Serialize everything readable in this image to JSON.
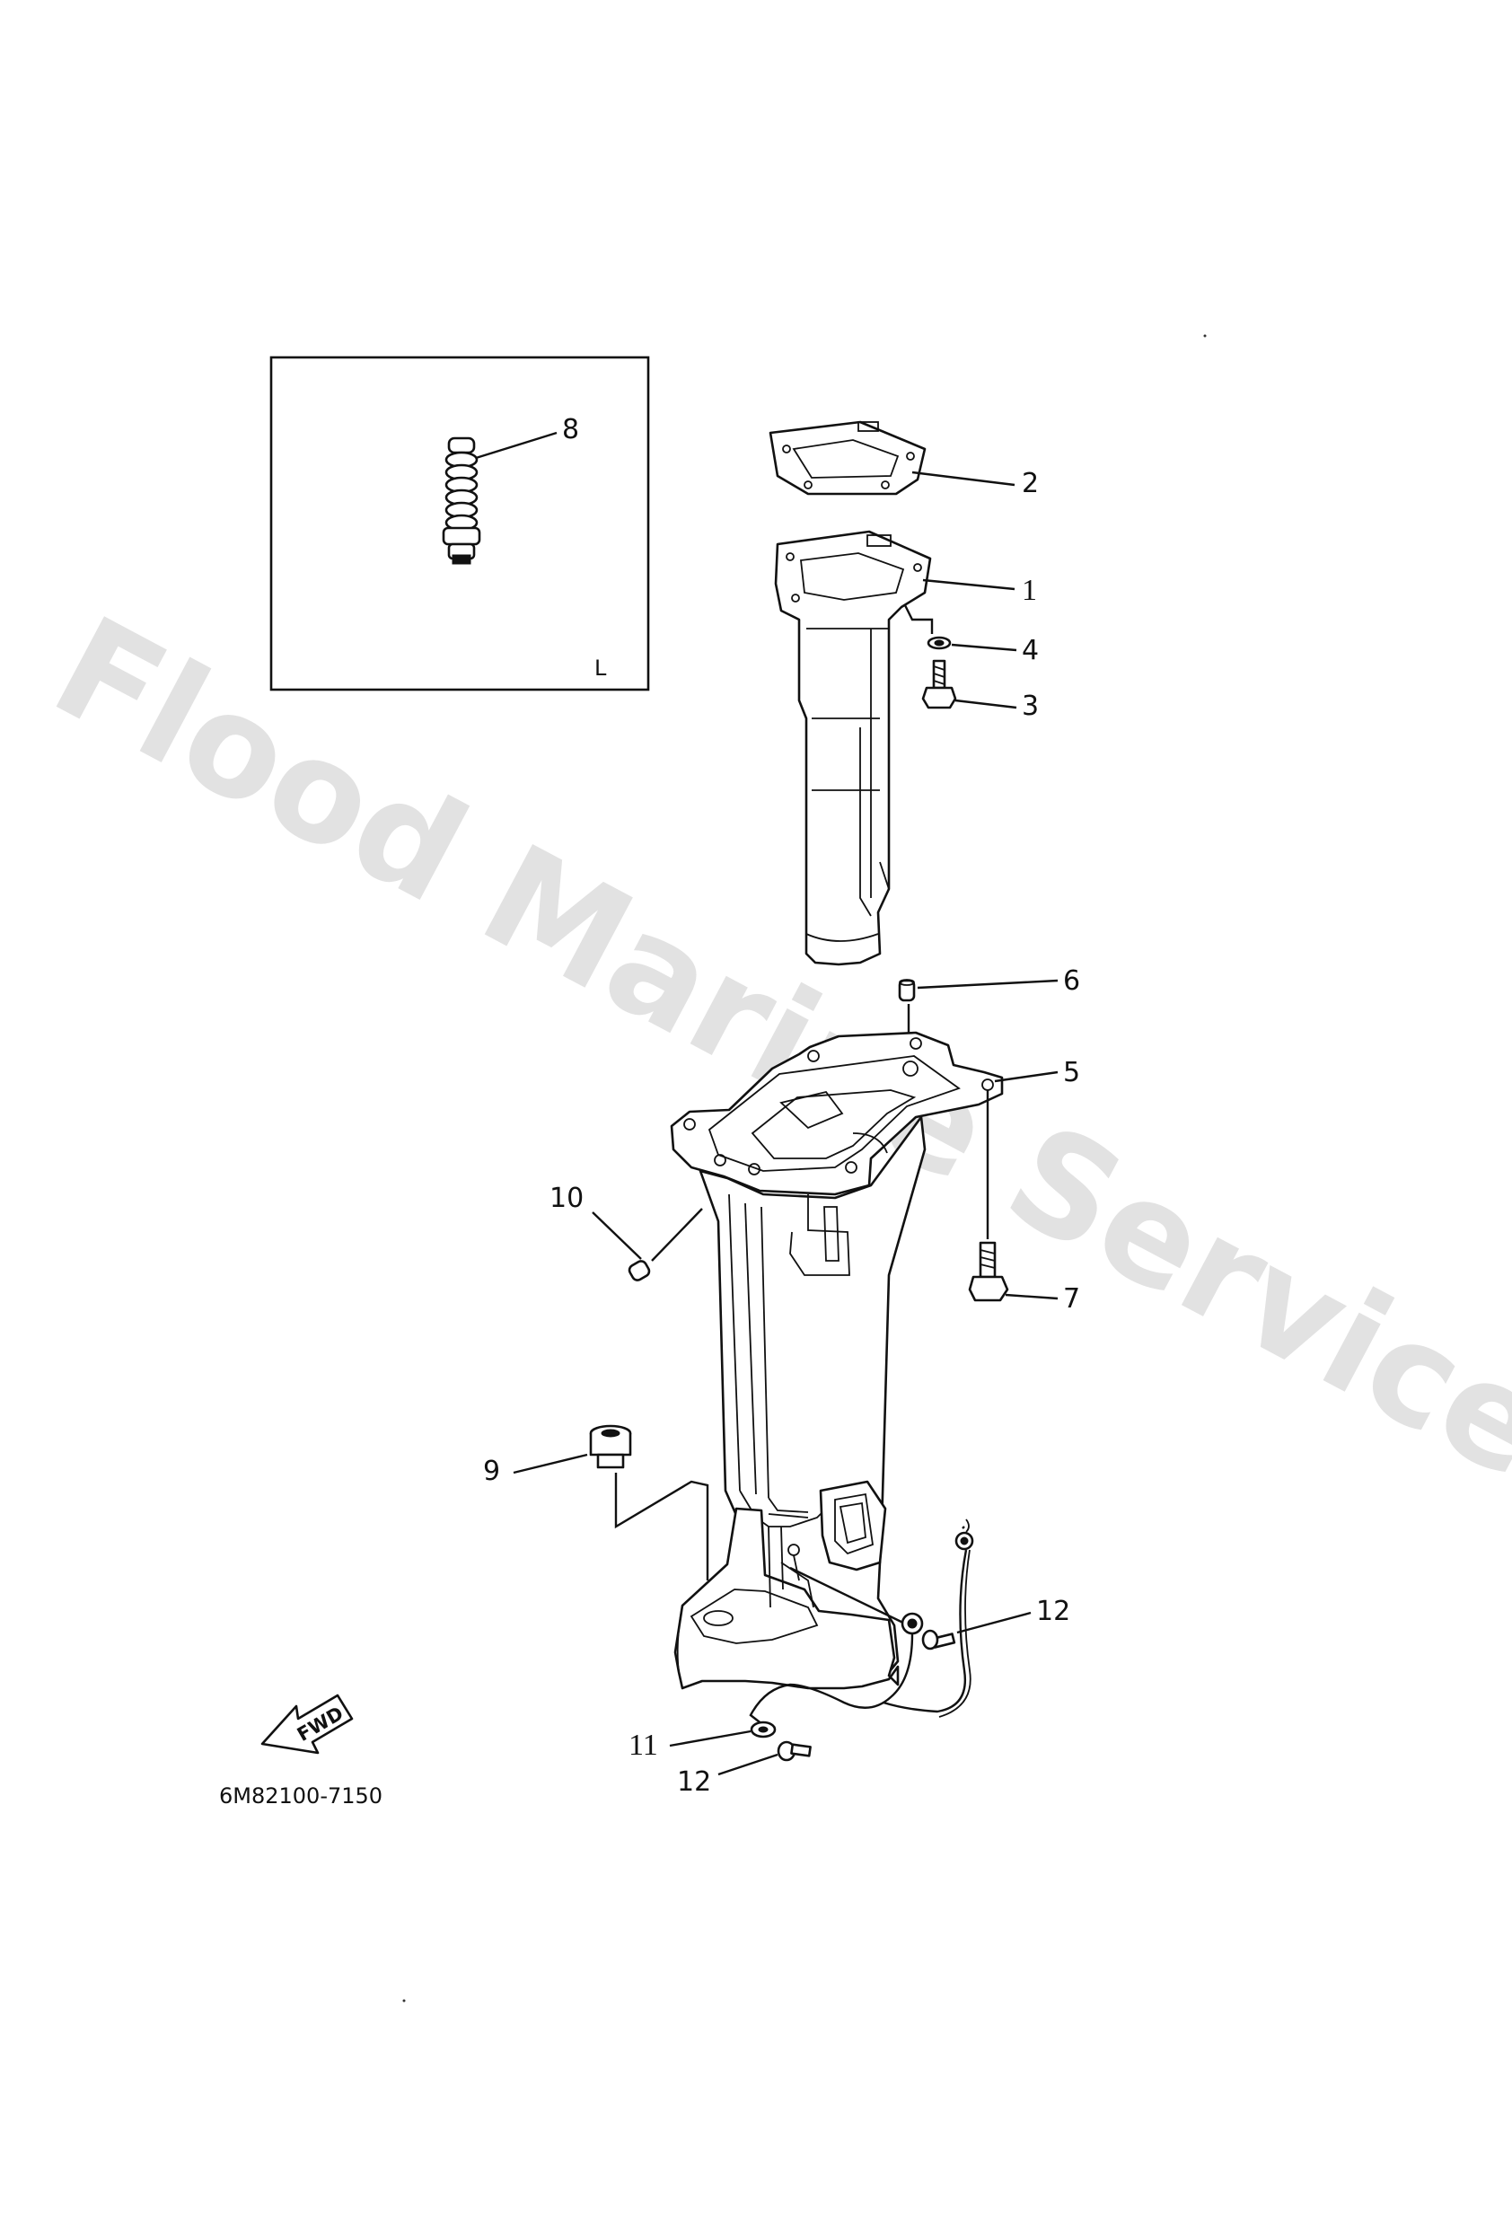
{
  "diagram": {
    "watermark": "Flood Marine Services",
    "drawing_code": "6M82100-7150",
    "fwd_label": "FWD",
    "inset_label": "L",
    "callouts": {
      "c1": "1",
      "c2": "2",
      "c3": "3",
      "c4": "4",
      "c5": "5",
      "c6": "6",
      "c7": "7",
      "c8": "8",
      "c9": "9",
      "c10": "10",
      "c11": "11",
      "c12a": "12",
      "c12b": "12"
    }
  }
}
